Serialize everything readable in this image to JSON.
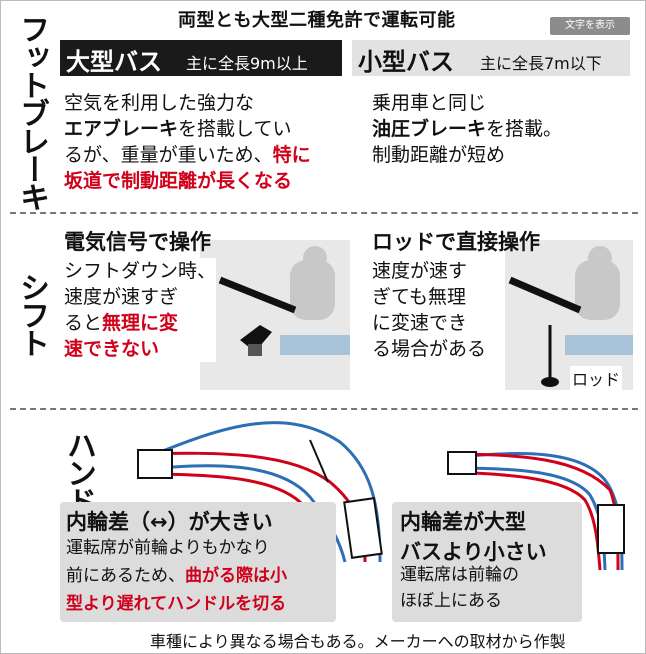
{
  "title": "両型とも大型二種免許で運転可能",
  "view_button": "文字を表示",
  "row_labels": {
    "brake": "フットブレーキ",
    "shift": "シフト",
    "steer": "ハンドル操作"
  },
  "big_bus": {
    "name": "大型バス",
    "length": "主に全長9m以上"
  },
  "small_bus": {
    "name": "小型バス",
    "length": "主に全長7m以下"
  },
  "brake": {
    "big": {
      "l1": "空気を利用した強力な",
      "l2a": "エアブレーキ",
      "l2b": "を搭載してい",
      "l3a": "るが、重量が重いため、",
      "l3b": "特に",
      "l4": "坂道で制動距離が長くなる"
    },
    "small": {
      "l1": "乗用車と同じ",
      "l2a": "油圧ブレーキ",
      "l2b": "を搭載。",
      "l3": "制動距離が短め"
    }
  },
  "shift": {
    "big": {
      "head": "電気信号で操作",
      "l1": "シフトダウン時、",
      "l2": "速度が速すぎ",
      "l3a": "ると",
      "l3b": "無理に変",
      "l4": "速できない"
    },
    "small": {
      "head": "ロッドで直接操作",
      "l1": "速度が速す",
      "l2": "ぎても無理",
      "l3": "に変速でき",
      "l4": "る場合がある",
      "rod": "ロッド"
    }
  },
  "steer": {
    "big": {
      "head": "内輪差（↔）が大きい",
      "l1": "運転席が前輪よりもかなり",
      "l2a": "前にあるため、",
      "l2b": "曲がる際は小",
      "l3": "型より遅れてハンドルを切る"
    },
    "small": {
      "head1": "内輪差が大型",
      "head2": "バスより小さい",
      "l1": "運転席は前輪の",
      "l2": "ほぼ上にある"
    }
  },
  "footnote": "車種により異なる場合もある。メーカーへの取材から作製",
  "colors": {
    "red": "#d0021b",
    "blue": "#2c6fb6",
    "dark": "#1a1a1a",
    "gray": "#dcdcdc"
  }
}
